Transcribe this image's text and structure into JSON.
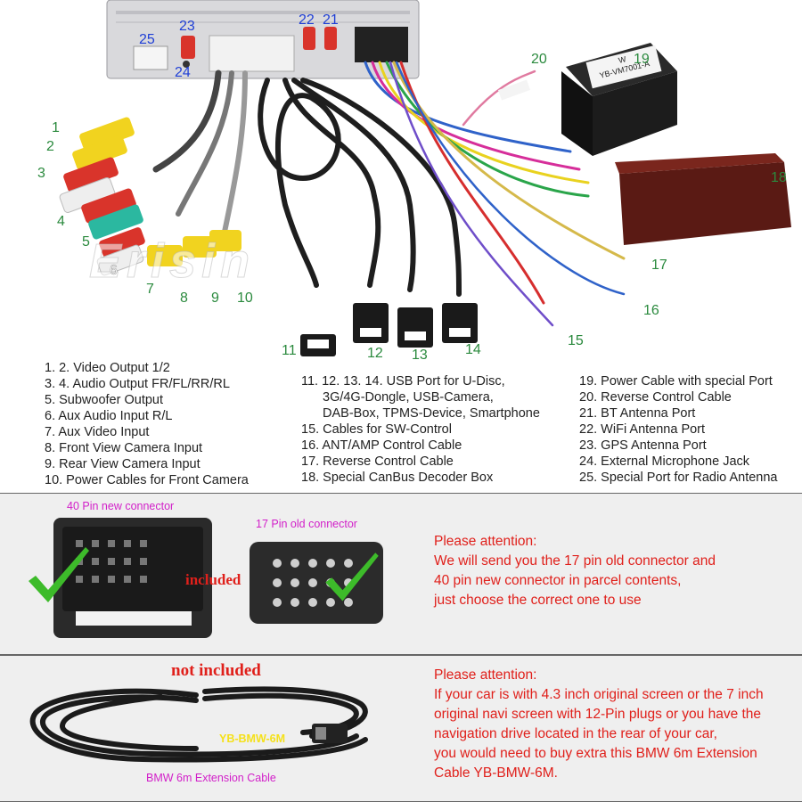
{
  "callouts": {
    "n1": "1",
    "n2": "2",
    "n3": "3",
    "n4": "4",
    "n5": "5",
    "n6": "6",
    "n7": "7",
    "n8": "8",
    "n9": "9",
    "n10": "10",
    "n11": "11",
    "n12": "12",
    "n13": "13",
    "n14": "14",
    "n15": "15",
    "n16": "16",
    "n17": "17",
    "n18": "18",
    "n19": "19",
    "n20": "20",
    "n21": "21",
    "n22": "22",
    "n23": "23",
    "n24": "24",
    "n25": "25"
  },
  "decoder_labels": {
    "box_model": "YB-VM7001-A",
    "box_w": "W"
  },
  "watermark": "Erisin",
  "legend": {
    "col1": [
      "1. 2. Video Output 1/2",
      "3. 4. Audio Output FR/FL/RR/RL",
      "5. Subwoofer Output",
      "6. Aux Audio Input R/L",
      "7. Aux Video Input",
      "8. Front View Camera Input",
      "9. Rear View Camera Input",
      "10. Power Cables for Front Camera"
    ],
    "col2": [
      "11. 12. 13. 14. USB Port for U-Disc,",
      "3G/4G-Dongle, USB-Camera,",
      "DAB-Box, TPMS-Device, Smartphone",
      "15. Cables for SW-Control",
      "16. ANT/AMP Control Cable",
      "17. Reverse Control Cable",
      "18. Special CanBus Decoder Box"
    ],
    "col3": [
      "19. Power Cable with special Port",
      "20. Reverse Control Cable",
      "21. BT Antenna Port",
      "22. WiFi Antenna Port",
      "23. GPS Antenna Port",
      "24. External Microphone Jack",
      "25. Special Port for Radio Antenna"
    ]
  },
  "panel1": {
    "new_connector_label": "40 Pin new connector",
    "old_connector_label": "17 Pin old connector",
    "included_label": "included",
    "attention": [
      "Please attention:",
      "We will send you the 17 pin old connector and",
      "40 pin new connector in parcel contents,",
      "just choose the correct one to use"
    ]
  },
  "panel2": {
    "not_included_label": "not included",
    "cable_tag": "YB-BMW-6M",
    "cable_caption": "BMW 6m Extension Cable",
    "attention": [
      "Please attention:",
      "If your car is with 4.3 inch original screen or the 7 inch",
      "original navi screen with 12-Pin plugs or you have the",
      "navigation drive located in the rear of your car,",
      "you would need to buy extra this BMW 6m Extension",
      "Cable YB-BMW-6M."
    ]
  },
  "colors": {
    "callout_green": "#2b8a3e",
    "callout_blue": "#1f3fd6",
    "attention_red": "#e0201b",
    "label_magenta": "#d21fc9",
    "check_green": "#3dbb2a"
  }
}
